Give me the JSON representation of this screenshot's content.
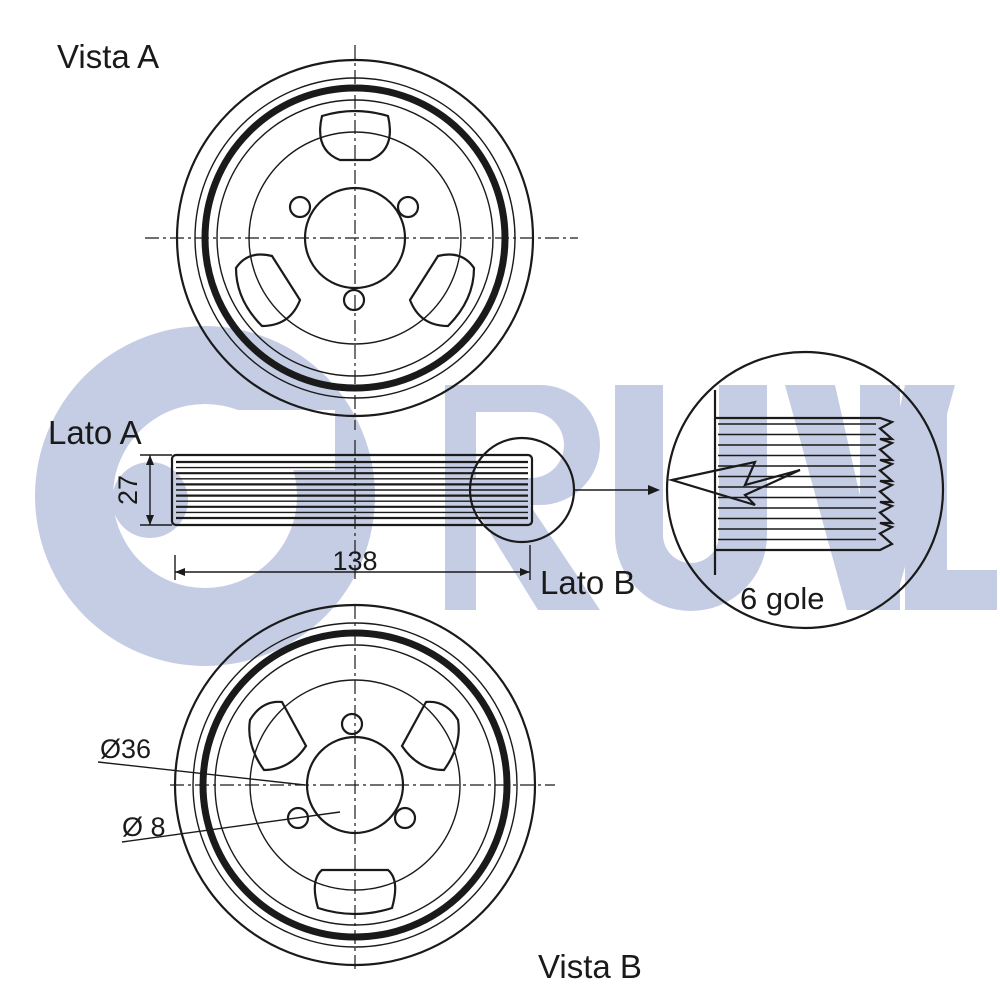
{
  "labels": {
    "vista_a": "Vista A",
    "vista_b": "Vista B",
    "lato_a": "Lato A",
    "lato_b": "Lato B",
    "grooves": "6 gole"
  },
  "dimensions": {
    "width": "27",
    "diameter": "138",
    "bore": "Ø36",
    "hole": "Ø 8"
  },
  "watermark": {
    "brand": "RUVILLE",
    "color": "#c5cde4"
  },
  "colors": {
    "line": "#1a1a1a"
  }
}
